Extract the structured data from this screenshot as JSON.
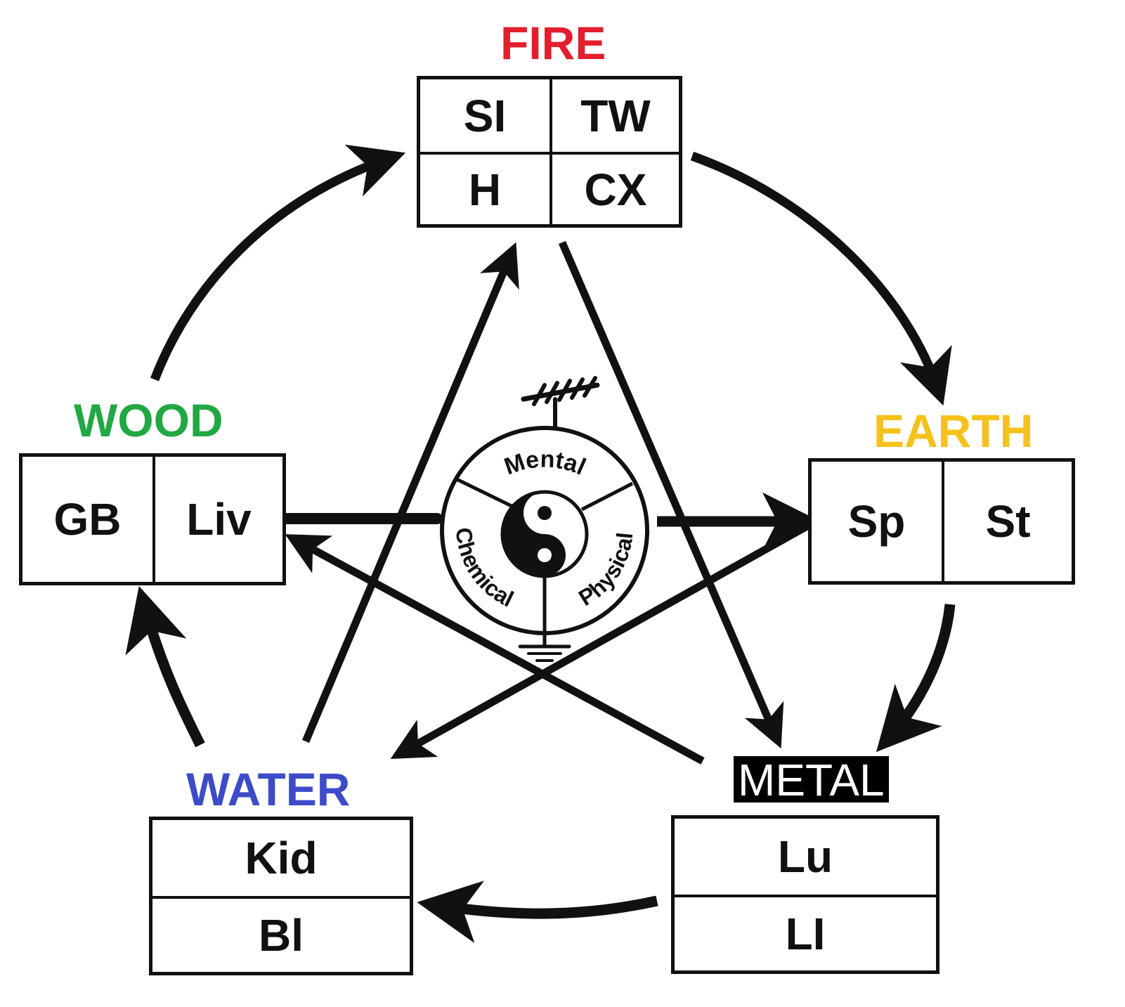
{
  "diagram": {
    "type": "five-element-cycle",
    "colors": {
      "fire": "#e31e2d",
      "earth": "#f5c21b",
      "metal_text": "#ffffff",
      "metal_bg": "#000000",
      "water": "#3d4bc8",
      "wood": "#21a843",
      "ink": "#111111"
    },
    "elements": {
      "fire": {
        "title": "FIRE",
        "organs": [
          "SI",
          "TW",
          "H",
          "CX"
        ]
      },
      "earth": {
        "title": "EARTH",
        "organs": [
          "Sp",
          "St"
        ]
      },
      "metal": {
        "title": "METAL",
        "organs": [
          "Lu",
          "LI"
        ]
      },
      "water": {
        "title": "WATER",
        "organs": [
          "Kid",
          "Bl"
        ]
      },
      "wood": {
        "title": "WOOD",
        "organs": [
          "GB",
          "Liv"
        ]
      }
    },
    "center": {
      "segments": [
        "Mental",
        "Physical",
        "Chemical"
      ],
      "icons": [
        "antenna-icon",
        "yin-yang-icon",
        "ground-icon"
      ]
    },
    "generating_cycle": [
      {
        "from": "wood",
        "to": "fire"
      },
      {
        "from": "fire",
        "to": "earth"
      },
      {
        "from": "earth",
        "to": "metal"
      },
      {
        "from": "metal",
        "to": "water"
      },
      {
        "from": "water",
        "to": "wood"
      }
    ],
    "controlling_cycle": [
      {
        "from": "water",
        "to": "fire"
      },
      {
        "from": "fire",
        "to": "metal"
      },
      {
        "from": "metal",
        "to": "wood"
      },
      {
        "from": "wood",
        "to": "earth"
      },
      {
        "from": "earth",
        "to": "water"
      }
    ]
  }
}
